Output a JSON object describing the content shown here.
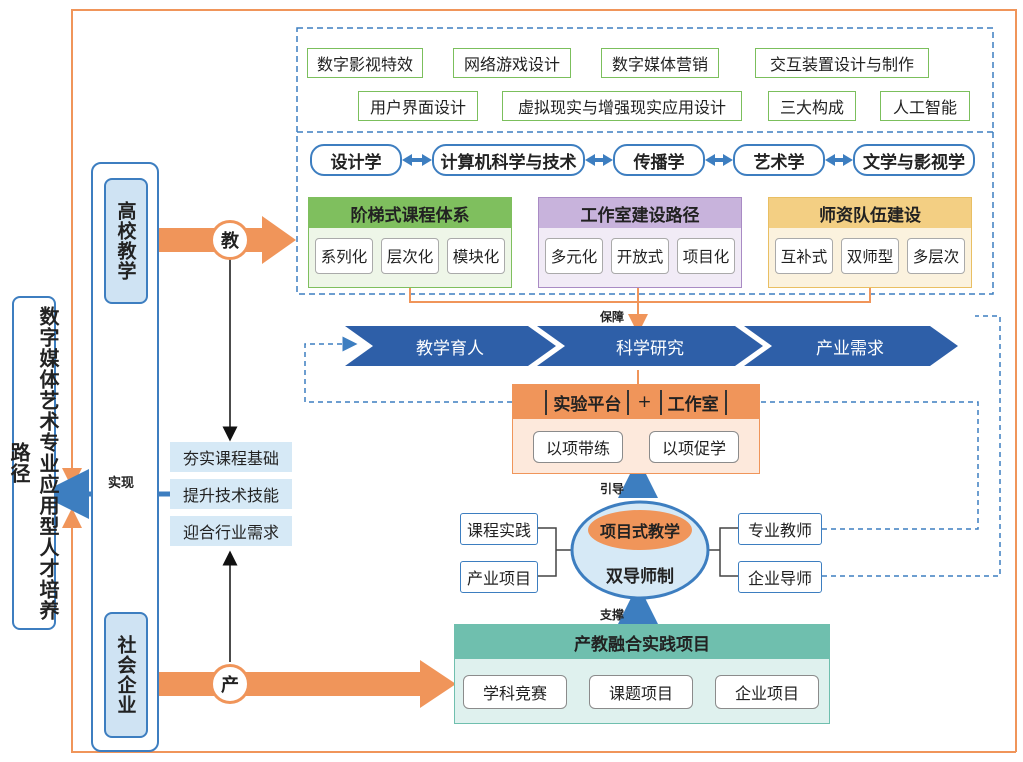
{
  "diagram": {
    "left_title": "数字媒体艺术专业应用型人才培养路径",
    "university_label": "高校教学",
    "enterprise_label": "社会企业",
    "teach_circle": "教",
    "produce_circle": "产",
    "realize_label": "实现",
    "top_tags_row1": [
      "数字影视特效",
      "网络游戏设计",
      "数字媒体营销",
      "交互装置设计与制作"
    ],
    "top_tags_row2": [
      "用户界面设计",
      "虚拟现实与增强现实应用设计",
      "三大构成",
      "人工智能"
    ],
    "disciplines": [
      "设计学",
      "计算机科学与技术",
      "传播学",
      "艺术学",
      "文学与影视学"
    ],
    "pillars": [
      {
        "title": "阶梯式课程体系",
        "items": [
          "系列化",
          "层次化",
          "模块化"
        ],
        "color": "#7fbf5e",
        "bg": "#eef6e8"
      },
      {
        "title": "工作室建设路径",
        "items": [
          "多元化",
          "开放式",
          "项目化"
        ],
        "color": "#a98bc4",
        "bg": "#f1ebf6"
      },
      {
        "title": "师资队伍建设",
        "items": [
          "互补式",
          "双师型",
          "多层次"
        ],
        "color": "#e9bf63",
        "bg": "#fbf2de"
      }
    ],
    "guarantee_label": "保障",
    "chevrons": [
      "教学育人",
      "科学研究",
      "产业需求"
    ],
    "platform": {
      "left": "实验平台",
      "plus": "+",
      "right": "工作室",
      "items": [
        "以项带练",
        "以项促学"
      ]
    },
    "guide_label": "引导",
    "support_label": "支撑",
    "core": {
      "inner": "项目式教学",
      "outer": "双导师制"
    },
    "left_inputs": [
      "课程实践",
      "产业项目"
    ],
    "right_inputs": [
      "专业教师",
      "企业导师"
    ],
    "outcomes": [
      "夯实课程基础",
      "提升技术技能",
      "迎合行业需求"
    ],
    "practice": {
      "title": "产教融合实践项目",
      "items": [
        "学科竞赛",
        "课题项目",
        "企业项目"
      ]
    },
    "colors": {
      "orange": "#f0955a",
      "navy": "#2e5fa8",
      "blue_line": "#3d7ec0",
      "teal": "#6fbfae"
    }
  }
}
